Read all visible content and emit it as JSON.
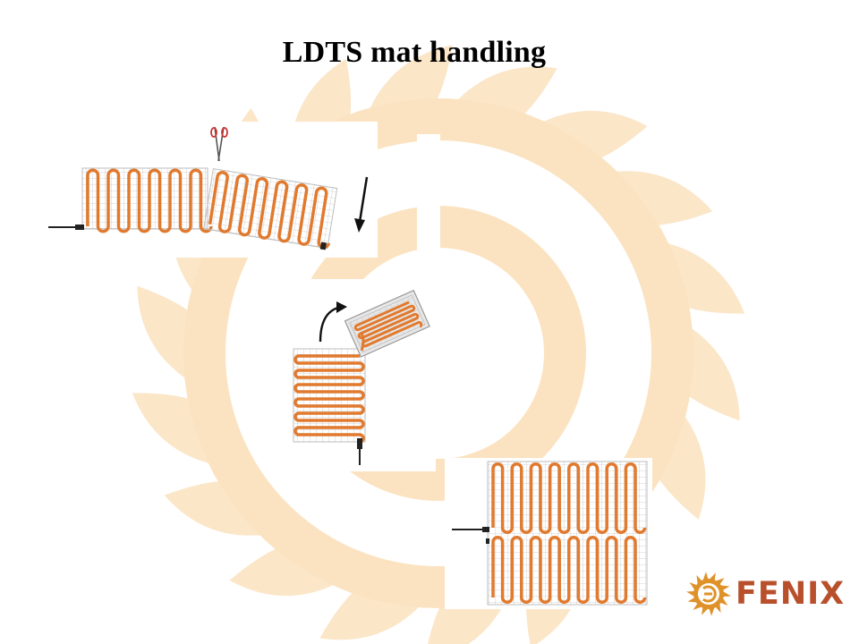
{
  "slide": {
    "title": "LDTS mat handling",
    "brand_name": "FENIX",
    "colors": {
      "heating_cable": "#e17a2e",
      "mat_grid": "#c8c8c8",
      "background_sun": "#fbe3c1",
      "brand": "#b8502c",
      "logo_sun": "#e0922a"
    },
    "steps": [
      {
        "id": "cut",
        "icons": [
          "scissors-icon",
          "arrow-down-icon"
        ]
      },
      {
        "id": "fold",
        "icons": [
          "curved-arrow-icon"
        ]
      },
      {
        "id": "layout",
        "icons": []
      }
    ]
  }
}
